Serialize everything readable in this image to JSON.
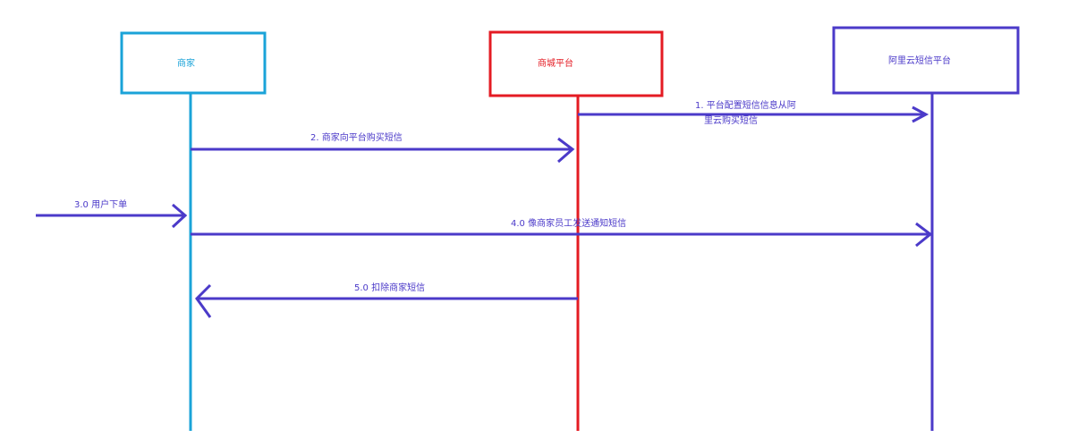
{
  "participants": [
    {
      "label": "商家",
      "color": "#1aa3d8"
    },
    {
      "label": "商城平台",
      "color": "#e41b23"
    },
    {
      "label": "阿里云短信平台",
      "color": "#4b3ac9"
    }
  ],
  "messages": [
    {
      "label_line1": "1. 平台配置短信信息从阿",
      "label_line2": "里云购买短信"
    },
    {
      "label": "2. 商家向平台购买短信"
    },
    {
      "label": "3.0 用户下单"
    },
    {
      "label": "4.0 像商家员工发送通知短信"
    },
    {
      "label": "5.0 扣除商家短信"
    }
  ],
  "colors": {
    "arrow": "#4b3ac9",
    "merchant_text": "#1aa3d8",
    "platform_text": "#e41b23",
    "aliyun_text": "#4b3ac9"
  }
}
